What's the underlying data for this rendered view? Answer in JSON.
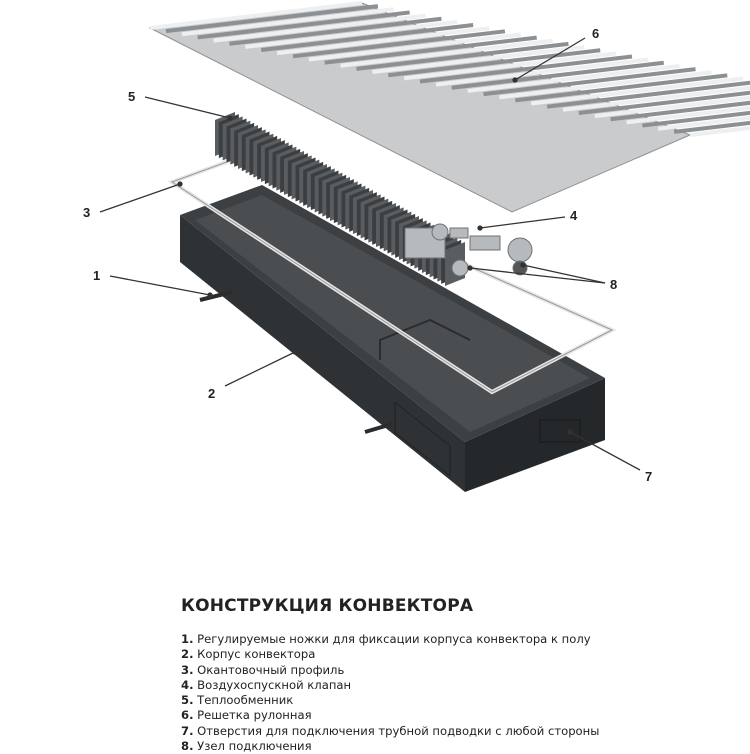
{
  "callouts": [
    "1",
    "2",
    "3",
    "4",
    "5",
    "6",
    "7",
    "8"
  ],
  "title": "КОНСТРУКЦИЯ КОНВЕКТОРА",
  "items": [
    {
      "num": "1.",
      "text": "Регулируемые ножки для фиксации корпуса конвектора к полу"
    },
    {
      "num": "2.",
      "text": "Корпус конвектора"
    },
    {
      "num": "3.",
      "text": "Окантовочный профиль"
    },
    {
      "num": "4.",
      "text": "Воздухоспускной клапан"
    },
    {
      "num": "5.",
      "text": "Теплообменник"
    },
    {
      "num": "6.",
      "text": "Решетка рулонная"
    },
    {
      "num": "7.",
      "text": "Отверстия для подключения трубной подводки с любой стороны"
    },
    {
      "num": "8.",
      "text": "Узел подключения"
    }
  ],
  "colors": {
    "housing": "#3a3d40",
    "grille": "#b9bcbf",
    "fins": "#4a4d50",
    "frame": "#e8e8e8"
  }
}
